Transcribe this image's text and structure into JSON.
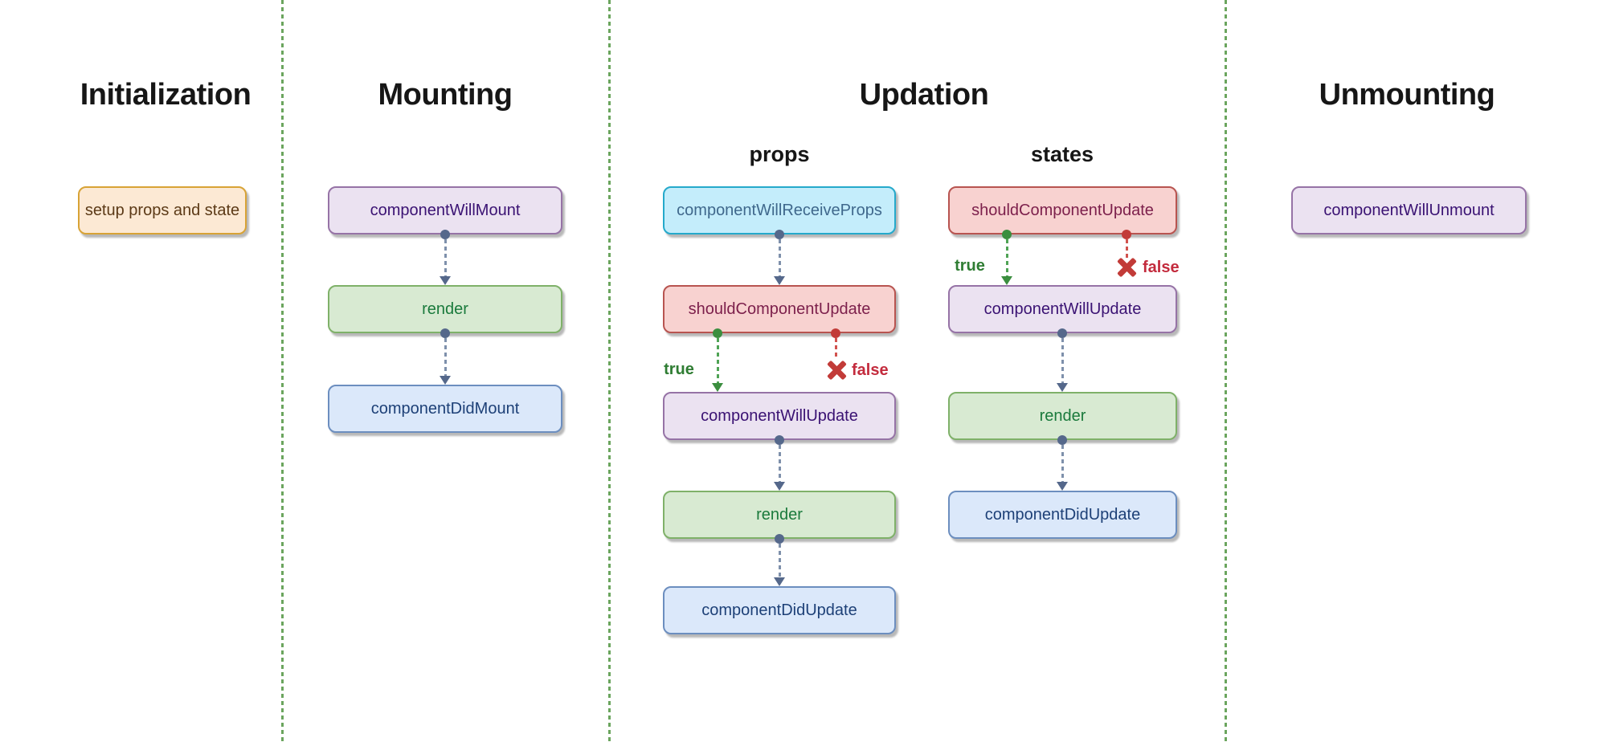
{
  "titles": {
    "initialization": "Initialization",
    "mounting": "Mounting",
    "updation": "Updation",
    "unmounting": "Unmounting"
  },
  "column_headers": {
    "props": "props",
    "states": "states"
  },
  "nodes": {
    "setup_props_and_state": "setup props and state",
    "component_will_mount": "componentWillMount",
    "render": "render",
    "component_did_mount": "componentDidMount",
    "component_will_receive_props": "componentWillReceiveProps",
    "should_component_update": "shouldComponentUpdate",
    "component_will_update": "componentWillUpdate",
    "component_did_update": "componentDidUpdate",
    "component_will_unmount": "componentWillUnmount"
  },
  "branch_labels": {
    "true_label": "true",
    "false_label": "false"
  },
  "icons": {
    "x_mark": "✘",
    "arrow_down": "▼",
    "connector_dot": "●"
  },
  "colors": {
    "separator_green": "#6BA55E",
    "connector_gray": "#55688B",
    "connector_gray_line": "#7E90AB",
    "branch_true_green": "#3B8E3F",
    "branch_true_text": "#2F7D33",
    "branch_false_red": "#C23B38",
    "branch_false_text": "#C32B3D",
    "purple_fill": "#EBE2F1",
    "purple_stroke": "#9673A6",
    "purple_text": "#3A1273",
    "green_fill": "#D8EAD2",
    "green_stroke": "#7FB169",
    "green_text": "#1A7A3C",
    "blue_fill": "#DBE8FA",
    "blue_stroke": "#6C8EBF",
    "blue_text": "#1D4077",
    "cyan_fill": "#C4EDFB",
    "cyan_stroke": "#25A9CB",
    "cyan_text": "#3F688C",
    "red_fill": "#F8D2D0",
    "red_stroke": "#B85450",
    "red_text": "#7C1F4B",
    "orange_fill": "#FCE9D4",
    "orange_stroke": "#D8A336",
    "orange_text": "#5C3A17",
    "title_text": "#161616"
  }
}
